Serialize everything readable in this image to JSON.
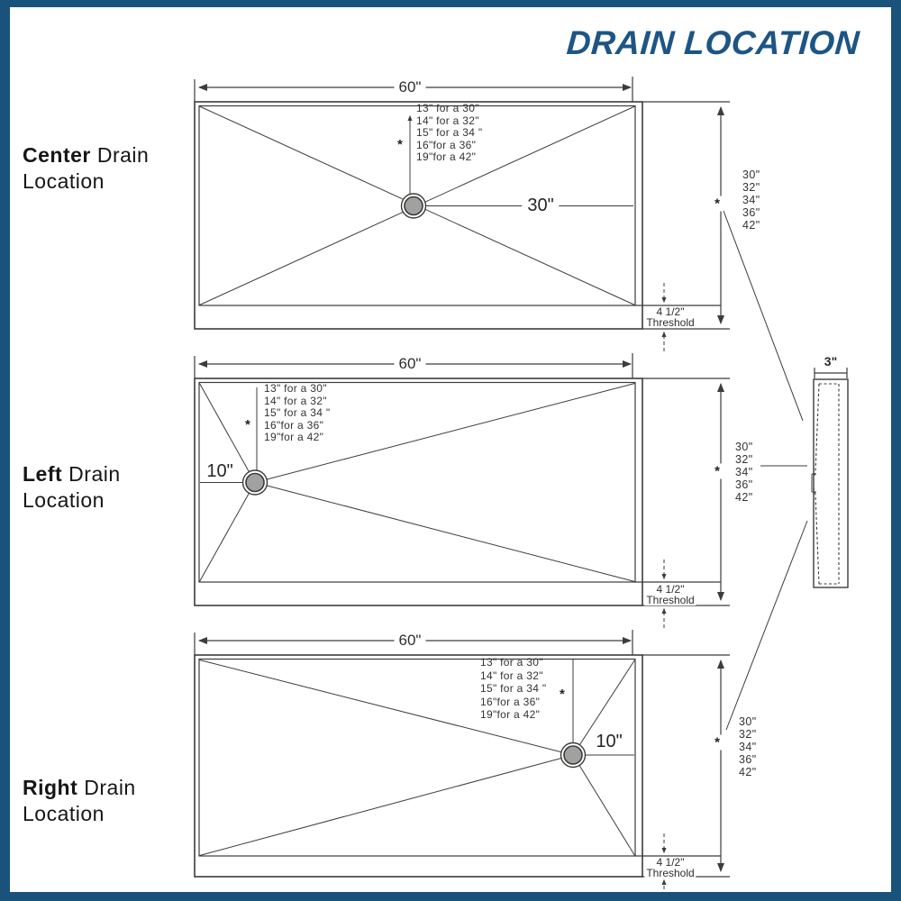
{
  "title": "DRAIN LOCATION",
  "colors": {
    "accent_blue": "#1d5585",
    "border_blue": "#19527b",
    "line": "#3c3c3c",
    "drain_fill": "#a3a19f"
  },
  "side_view": {
    "width_label": "3\""
  },
  "diagrams": [
    {
      "name_bold": "Center",
      "name_rest": "Drain",
      "name_line2": "Location",
      "top_width_label": "60\"",
      "drain_offset_label": "30\"",
      "drain_distance_notes": [
        "13\" for a 30\"",
        "14\" for a 32\"",
        "15\" for a 34 \"",
        "16\"for a 36\"",
        "19\"for a 42\""
      ],
      "note_asterisk": "*",
      "dim_asterisk": "*",
      "height_options": [
        "30\"",
        "32\"",
        "34\"",
        "36\"",
        "42\""
      ],
      "threshold_value": "4 1/2\"",
      "threshold_label": "Threshold"
    },
    {
      "name_bold": "Left",
      "name_rest": "Drain",
      "name_line2": "Location",
      "top_width_label": "60\"",
      "drain_offset_label": "10\"",
      "drain_distance_notes": [
        "13\" for a 30\"",
        "14\" for a 32\"",
        "15\" for a 34 \"",
        "16\"for a 36\"",
        "19\"for a 42\""
      ],
      "note_asterisk": "*",
      "dim_asterisk": "*",
      "height_options": [
        "30\"",
        "32\"",
        "34\"",
        "36\"",
        "42\""
      ],
      "threshold_value": "4 1/2\"",
      "threshold_label": "Threshold"
    },
    {
      "name_bold": "Right",
      "name_rest": "Drain",
      "name_line2": "Location",
      "top_width_label": "60\"",
      "drain_offset_label": "10\"",
      "drain_distance_notes": [
        "13\" for a 30\"",
        "14\" for a 32\"",
        "15\" for a 34 \"",
        "16\"for a 36\"",
        "19\"for a 42\""
      ],
      "note_asterisk": "*",
      "dim_asterisk": "*",
      "height_options": [
        "30\"",
        "32\"",
        "34\"",
        "36\"",
        "42\""
      ],
      "threshold_value": "4 1/2\"",
      "threshold_label": "Threshold"
    }
  ]
}
